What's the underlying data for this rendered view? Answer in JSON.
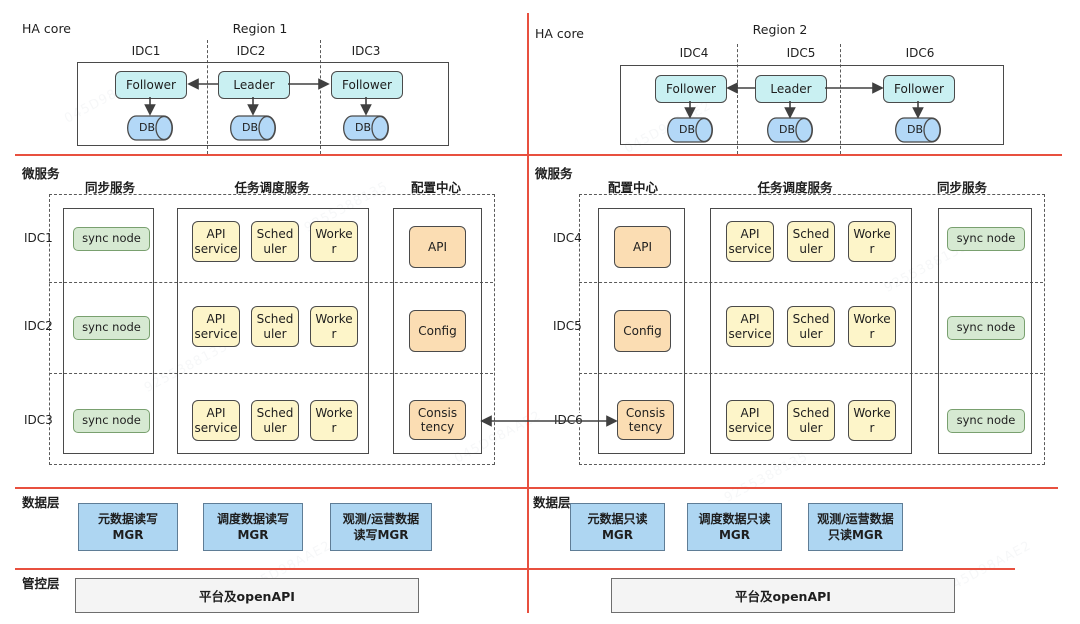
{
  "watermark": {
    "text_a": "045D98AAE2",
    "text_b": "9255388135"
  },
  "colors": {
    "divider_red": "#e8503f",
    "node_cyan": "#c9f0f2",
    "node_green": "#d6e9d2",
    "node_yellow": "#fdf5c9",
    "node_orange": "#fbddb3",
    "node_blue": "#aed6f2",
    "node_gray": "#f4f4f4"
  },
  "ha_left": {
    "section": "HA core",
    "region": "Region 1",
    "idc": [
      "IDC1",
      "IDC2",
      "IDC3"
    ],
    "nodes": [
      "Follower",
      "Leader",
      "Follower"
    ],
    "db": "DB"
  },
  "ha_right": {
    "section": "HA core",
    "region": "Region 2",
    "idc": [
      "IDC4",
      "IDC5",
      "IDC6"
    ],
    "nodes": [
      "Follower",
      "Leader",
      "Follower"
    ],
    "db": "DB"
  },
  "micro_left": {
    "section": "微服务",
    "headers": [
      "同步服务",
      "任务调度服务",
      "配置中心"
    ],
    "rows": [
      "IDC1",
      "IDC2",
      "IDC3"
    ],
    "sync_node": "sync node",
    "sched": [
      "API\nservice",
      "Sched\nuler",
      "Worke\nr"
    ],
    "config": [
      "API",
      "Config",
      "Consis\ntency"
    ]
  },
  "micro_right": {
    "section": "微服务",
    "headers": [
      "配置中心",
      "任务调度服务",
      "同步服务"
    ],
    "rows": [
      "IDC4",
      "IDC5",
      "IDC6"
    ],
    "sync_node": "sync node",
    "sched": [
      "API\nservice",
      "Sched\nuler",
      "Worke\nr"
    ],
    "config": [
      "API",
      "Config",
      "Consis\ntency"
    ]
  },
  "data_left": {
    "section": "数据层",
    "boxes": [
      "元数据读写\nMGR",
      "调度数据读写\nMGR",
      "观测/运营数据\n读写MGR"
    ]
  },
  "data_right": {
    "section": "数据层",
    "boxes": [
      "元数据只读\nMGR",
      "调度数据只读\nMGR",
      "观测/运营数据\n只读MGR"
    ]
  },
  "mgmt_left": {
    "section": "管控层",
    "platform": "平台及openAPI"
  },
  "mgmt_right": {
    "platform": "平台及openAPI"
  }
}
